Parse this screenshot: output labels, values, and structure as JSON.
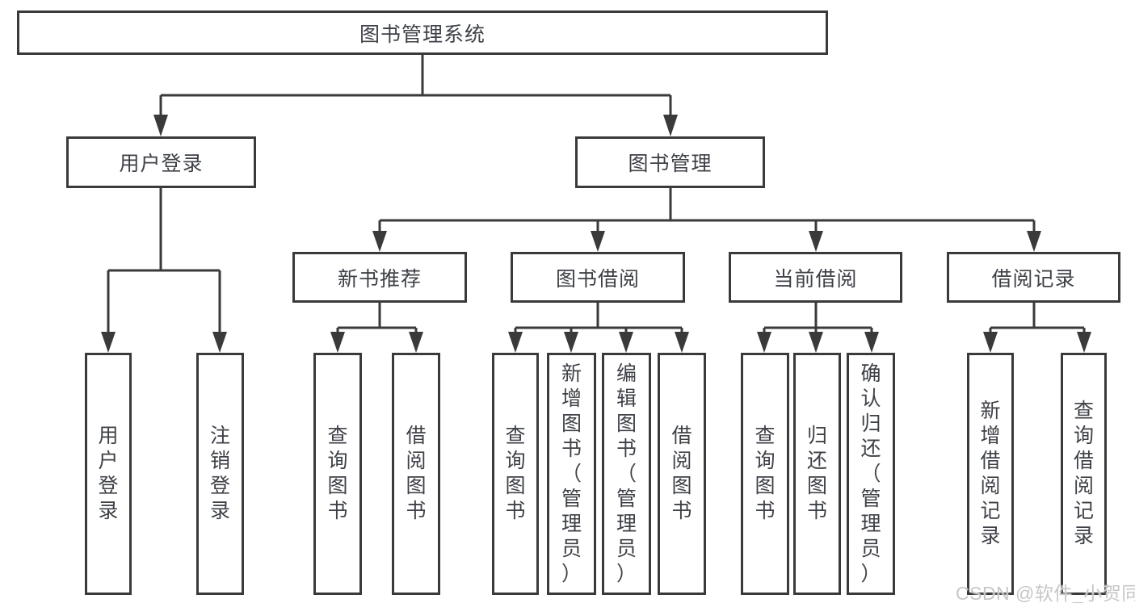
{
  "diagram": {
    "root": {
      "label": "图书管理系统"
    },
    "level1": [
      {
        "label": "用户登录"
      },
      {
        "label": "图书管理"
      }
    ],
    "level2": [
      {
        "label": "新书推荐"
      },
      {
        "label": "图书借阅"
      },
      {
        "label": "当前借阅"
      },
      {
        "label": "借阅记录"
      }
    ],
    "leaves": {
      "user_login": [
        "用户登录",
        "注销登录"
      ],
      "new_book_recommend": [
        "查询图书",
        "借阅图书"
      ],
      "book_borrow": [
        "查询图书",
        "新增图书（管理员）",
        "编辑图书（管理员）",
        "借阅图书"
      ],
      "current_borrow": [
        "查询图书",
        "归还图书",
        "确认归还（管理员）"
      ],
      "borrow_records": [
        "新增借阅记录",
        "查询借阅记录"
      ]
    },
    "colors": {
      "line": "#3a3a3a",
      "box_border": "#3a3a3a",
      "text": "#3e4147",
      "background": "#ffffff",
      "watermark": "#c7c7c7"
    }
  },
  "watermark": {
    "text": "CSDN @软件_小贺同学"
  }
}
